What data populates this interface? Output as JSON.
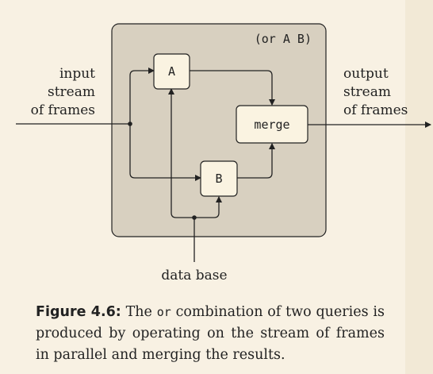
{
  "diagram": {
    "container_label": "(or A B)",
    "box_a": "A",
    "box_b": "B",
    "box_merge": "merge",
    "input_label": [
      "input",
      "stream",
      "of frames"
    ],
    "output_label": [
      "output",
      "stream",
      "of frames"
    ],
    "database_label": "data base"
  },
  "caption": {
    "figure_label": "Figure 4.6:",
    "text_before": "The",
    "code": "or",
    "text_after": "combination of two queries is produced by operating on the stream of frames in parallel and merging the results."
  },
  "colors": {
    "page_bg": "#f8f1e3",
    "container_fill": "#d8d0c0",
    "box_fill": "#faf3e1",
    "stroke": "#222222"
  }
}
